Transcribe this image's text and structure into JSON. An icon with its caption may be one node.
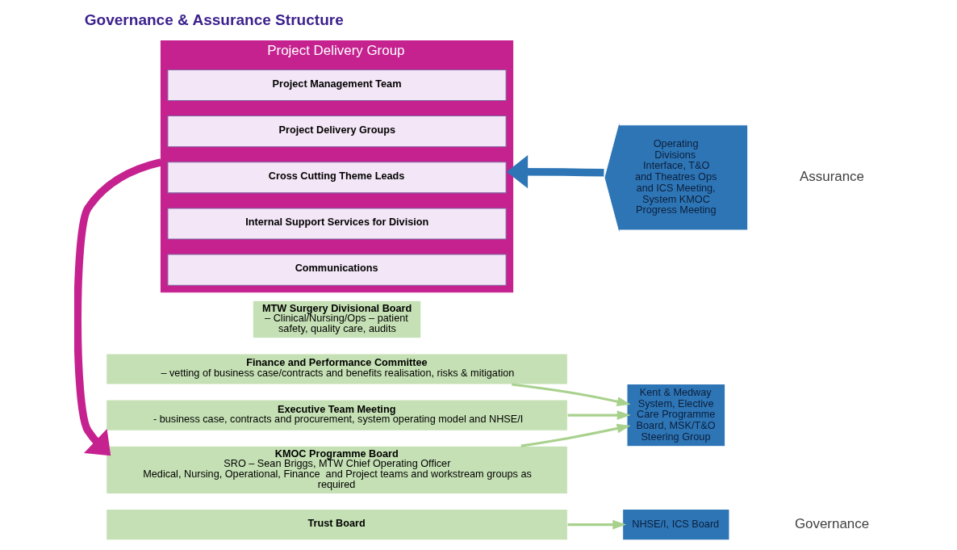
{
  "diagram": {
    "title": "Governance & Assurance Structure",
    "nodes": [
      {
        "text": [
          "Trust Board"
        ]
      },
      {
        "text": [
          "Finance and Performance Committee",
          "– vetting of business case/contracts and benefits realisation, risks & mitigation"
        ]
      },
      {
        "text": [
          "Executive Team Meeting",
          "- business case, contracts and procurement, system operating model and NHSE/I"
        ]
      },
      {
        "text": [
          "KMOC Programme Board",
          "SRO – Sean Briggs, MTW Chief Operating Officer",
          "Medical, Nursing, Operational, Finance  and Project teams and workstream groups as required"
        ]
      },
      {
        "text": [
          "NHSE/I, ICS Board"
        ]
      },
      {
        "text": [
          "Kent & Medway System, Elective Care Programme Board, MSK/T&O Steering Group"
        ]
      },
      {
        "text": [
          "MTW Surgery Divisional Board",
          "– Clinical/Nursing/Ops – patient safety, quality care, audits"
        ]
      },
      {
        "text": [
          "Project Delivery Group"
        ]
      },
      {
        "text": [
          "Project Management Team"
        ],
        "in": 7
      },
      {
        "text": [
          "Project Delivery Groups"
        ],
        "in": 7
      },
      {
        "text": [
          "Cross Cutting Theme Leads"
        ],
        "in": 7
      },
      {
        "text": [
          "Internal Support Services for Division"
        ],
        "in": 7
      },
      {
        "text": [
          "Communications"
        ],
        "in": 7
      },
      {
        "text": [
          "Operating Divisions Interface, T&O and Theatres Ops and ICS Meeting, System KMOC Progress Meeting"
        ]
      }
    ],
    "edges": [
      {
        "from": 0,
        "to": 4,
        "arrow": "to"
      },
      {
        "from": 1,
        "to": 5,
        "arrow": "to"
      },
      {
        "from": 2,
        "to": 5,
        "arrow": "to"
      },
      {
        "from": 3,
        "to": 5,
        "arrow": "to"
      },
      {
        "from": 7,
        "to": 3,
        "arrow": "to",
        "style": "thick",
        "color": "#c5218f"
      },
      {
        "from": 13,
        "to": 7,
        "arrow": "to",
        "style": "thick",
        "color": "#2e75b6"
      }
    ],
    "labels": [
      "Governance",
      "Assurance"
    ]
  }
}
